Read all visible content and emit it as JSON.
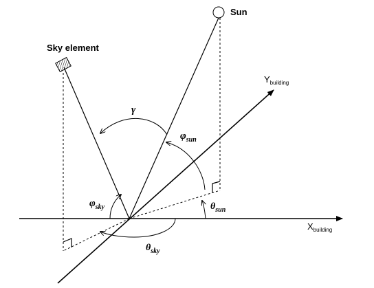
{
  "labels": {
    "sun": "Sun",
    "sky_element": "Sky element",
    "y_axis": "Y",
    "y_axis_sub": "building",
    "x_axis": "X",
    "x_axis_sub": "building",
    "gamma": "γ",
    "phi_sun": "φ",
    "phi_sun_sub": "sun",
    "phi_sky": "φ",
    "phi_sky_sub": "sky",
    "theta_sun": "θ",
    "theta_sun_sub": "sun",
    "theta_sky": "θ",
    "theta_sky_sub": "sky"
  }
}
